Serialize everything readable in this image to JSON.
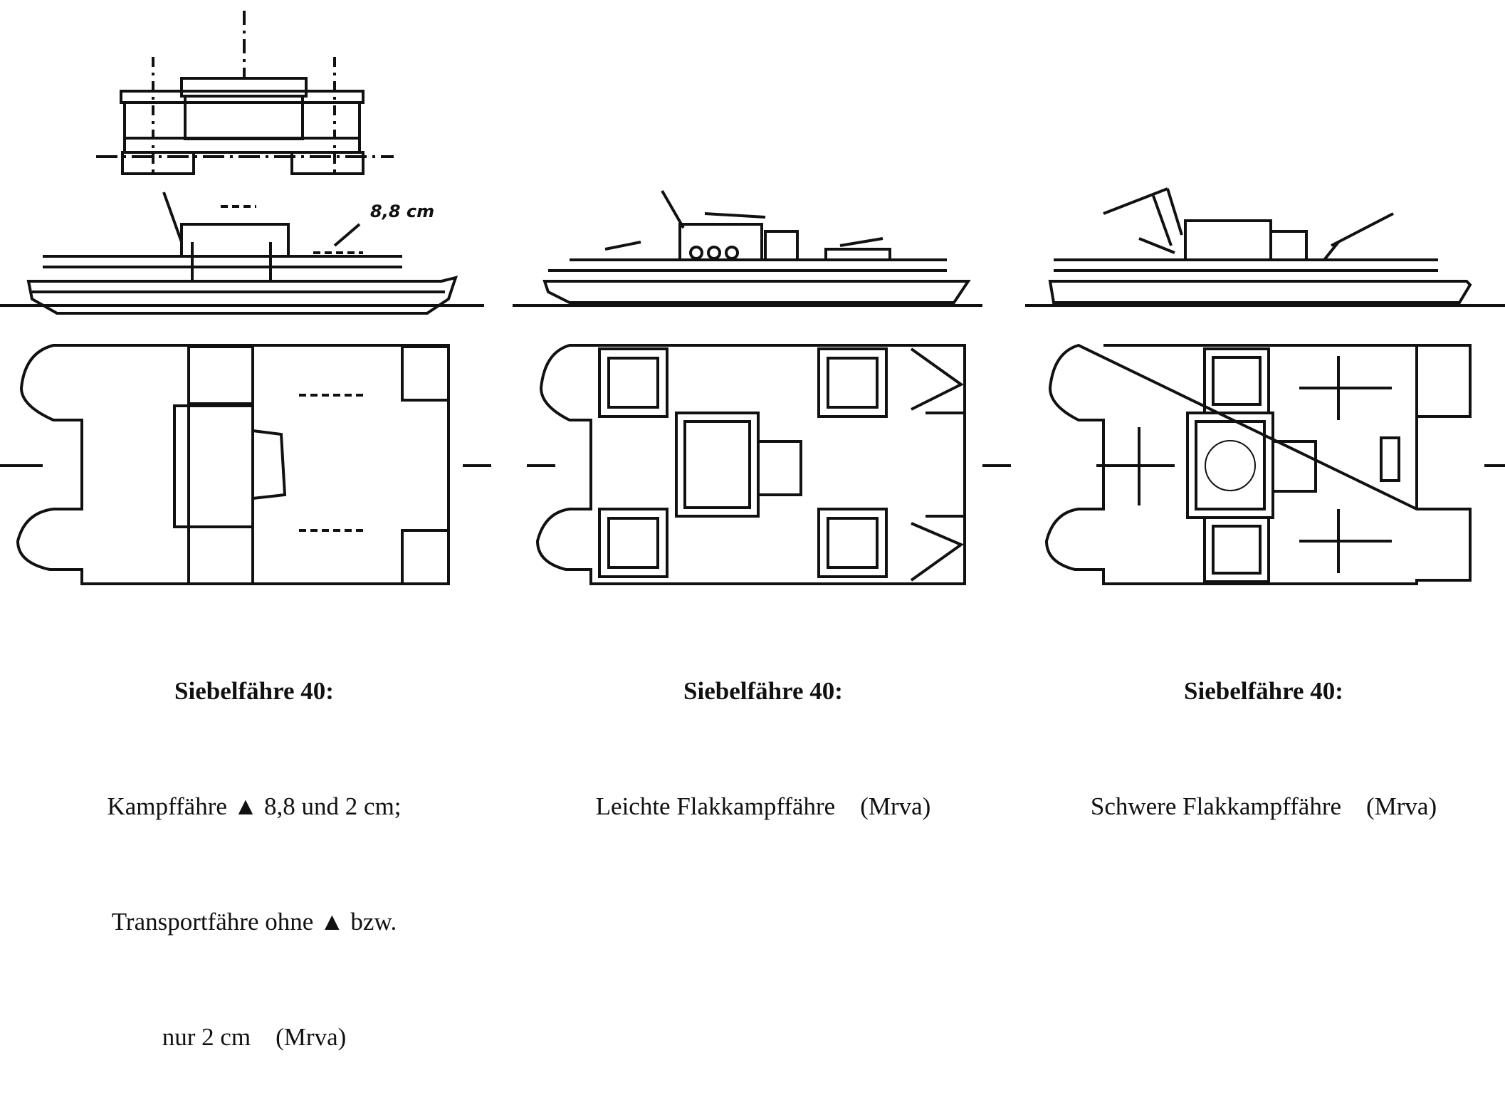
{
  "annotations": {
    "gun_label": "8,8 cm"
  },
  "captions": [
    {
      "title": "Siebelfähre 40:",
      "lines": [
        "Kampffähre ▲ 8,8 und 2 cm;",
        "Transportfähre ohne ▲ bzw.",
        "nur 2 cm    (Mrva)"
      ]
    },
    {
      "title": "Siebelfähre 40:",
      "lines": [
        "Leichte Flakkampffähre    (Mrva)"
      ]
    },
    {
      "title": "Siebelfähre 40:",
      "lines": [
        "Schwere Flakkampffähre    (Mrva)"
      ]
    }
  ]
}
